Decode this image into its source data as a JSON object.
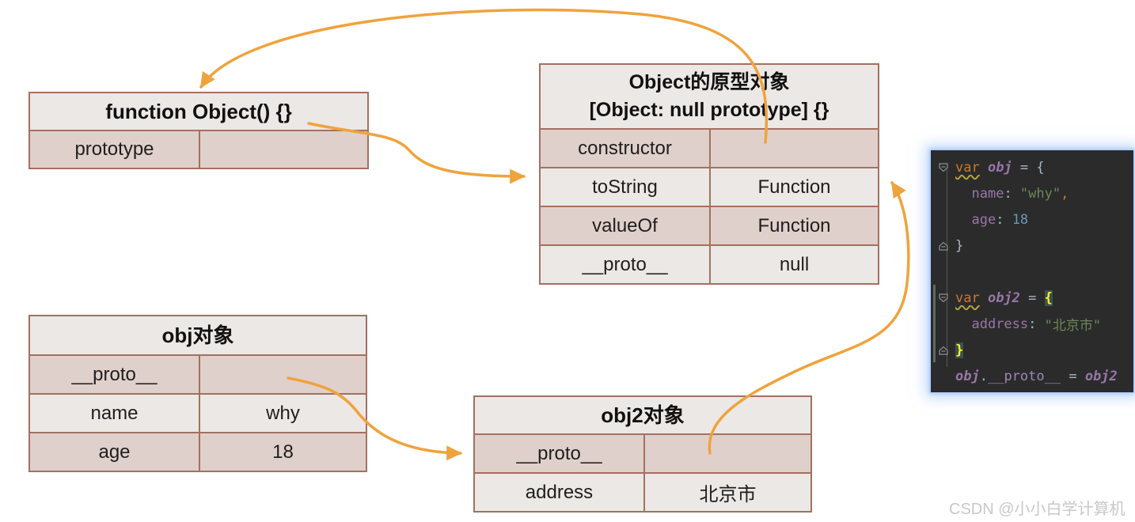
{
  "diagram": {
    "arrow_color": "#EFA33D",
    "table_function_object": {
      "title": "function Object() {}",
      "rows": [
        {
          "key": "prototype",
          "value": ""
        }
      ]
    },
    "table_object_prototype": {
      "title_line1": "Object的原型对象",
      "title_line2": "[Object: null prototype] {}",
      "rows": [
        {
          "key": "constructor",
          "value": ""
        },
        {
          "key": "toString",
          "value": "Function"
        },
        {
          "key": "valueOf",
          "value": "Function"
        },
        {
          "key": "__proto__",
          "value": "null"
        }
      ]
    },
    "table_obj": {
      "title": "obj对象",
      "rows": [
        {
          "key": "__proto__",
          "value": ""
        },
        {
          "key": "name",
          "value": "why"
        },
        {
          "key": "age",
          "value": "18"
        }
      ]
    },
    "table_obj2": {
      "title": "obj2对象",
      "rows": [
        {
          "key": "__proto__",
          "value": ""
        },
        {
          "key": "address",
          "value": "北京市"
        }
      ]
    }
  },
  "code_panel": {
    "line1": [
      "var",
      " ",
      "obj",
      " = ",
      "{"
    ],
    "line2": [
      "  ",
      "name",
      ": ",
      "\"why\"",
      ","
    ],
    "line3": [
      "  ",
      "age",
      ": ",
      "18"
    ],
    "line4": [
      "}"
    ],
    "line5": [
      ""
    ],
    "line6": [
      "var",
      " ",
      "obj2",
      " = ",
      "{"
    ],
    "line7": [
      "  ",
      "address",
      ": ",
      "\"北京市\""
    ],
    "line8": [
      "}"
    ],
    "line9": [
      "obj",
      ".",
      "__proto__",
      " = ",
      "obj2"
    ]
  },
  "watermark": "CSDN @小小白学计算机"
}
